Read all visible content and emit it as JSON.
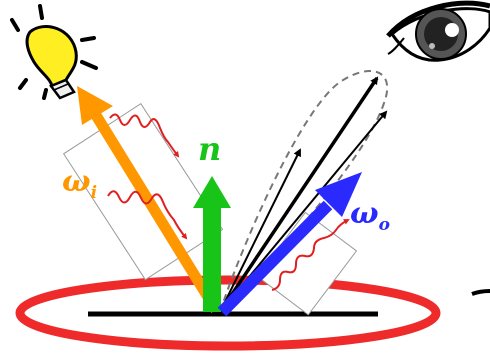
{
  "labels": {
    "incident": "ω",
    "incident_sub": "i",
    "normal": "n",
    "outgoing": "ω",
    "outgoing_sub": "o"
  },
  "colors": {
    "incident_arrow": "#ff9800",
    "normal_arrow": "#18c418",
    "outgoing_arrow": "#2a2aff",
    "surface_ellipse": "#ee2a2a",
    "wave": "#e02020",
    "bulb": "#ffee22",
    "lobe": "#777777",
    "ray": "#000000"
  },
  "icons": [
    "light-bulb-icon",
    "eye-icon",
    "wave-icon"
  ]
}
